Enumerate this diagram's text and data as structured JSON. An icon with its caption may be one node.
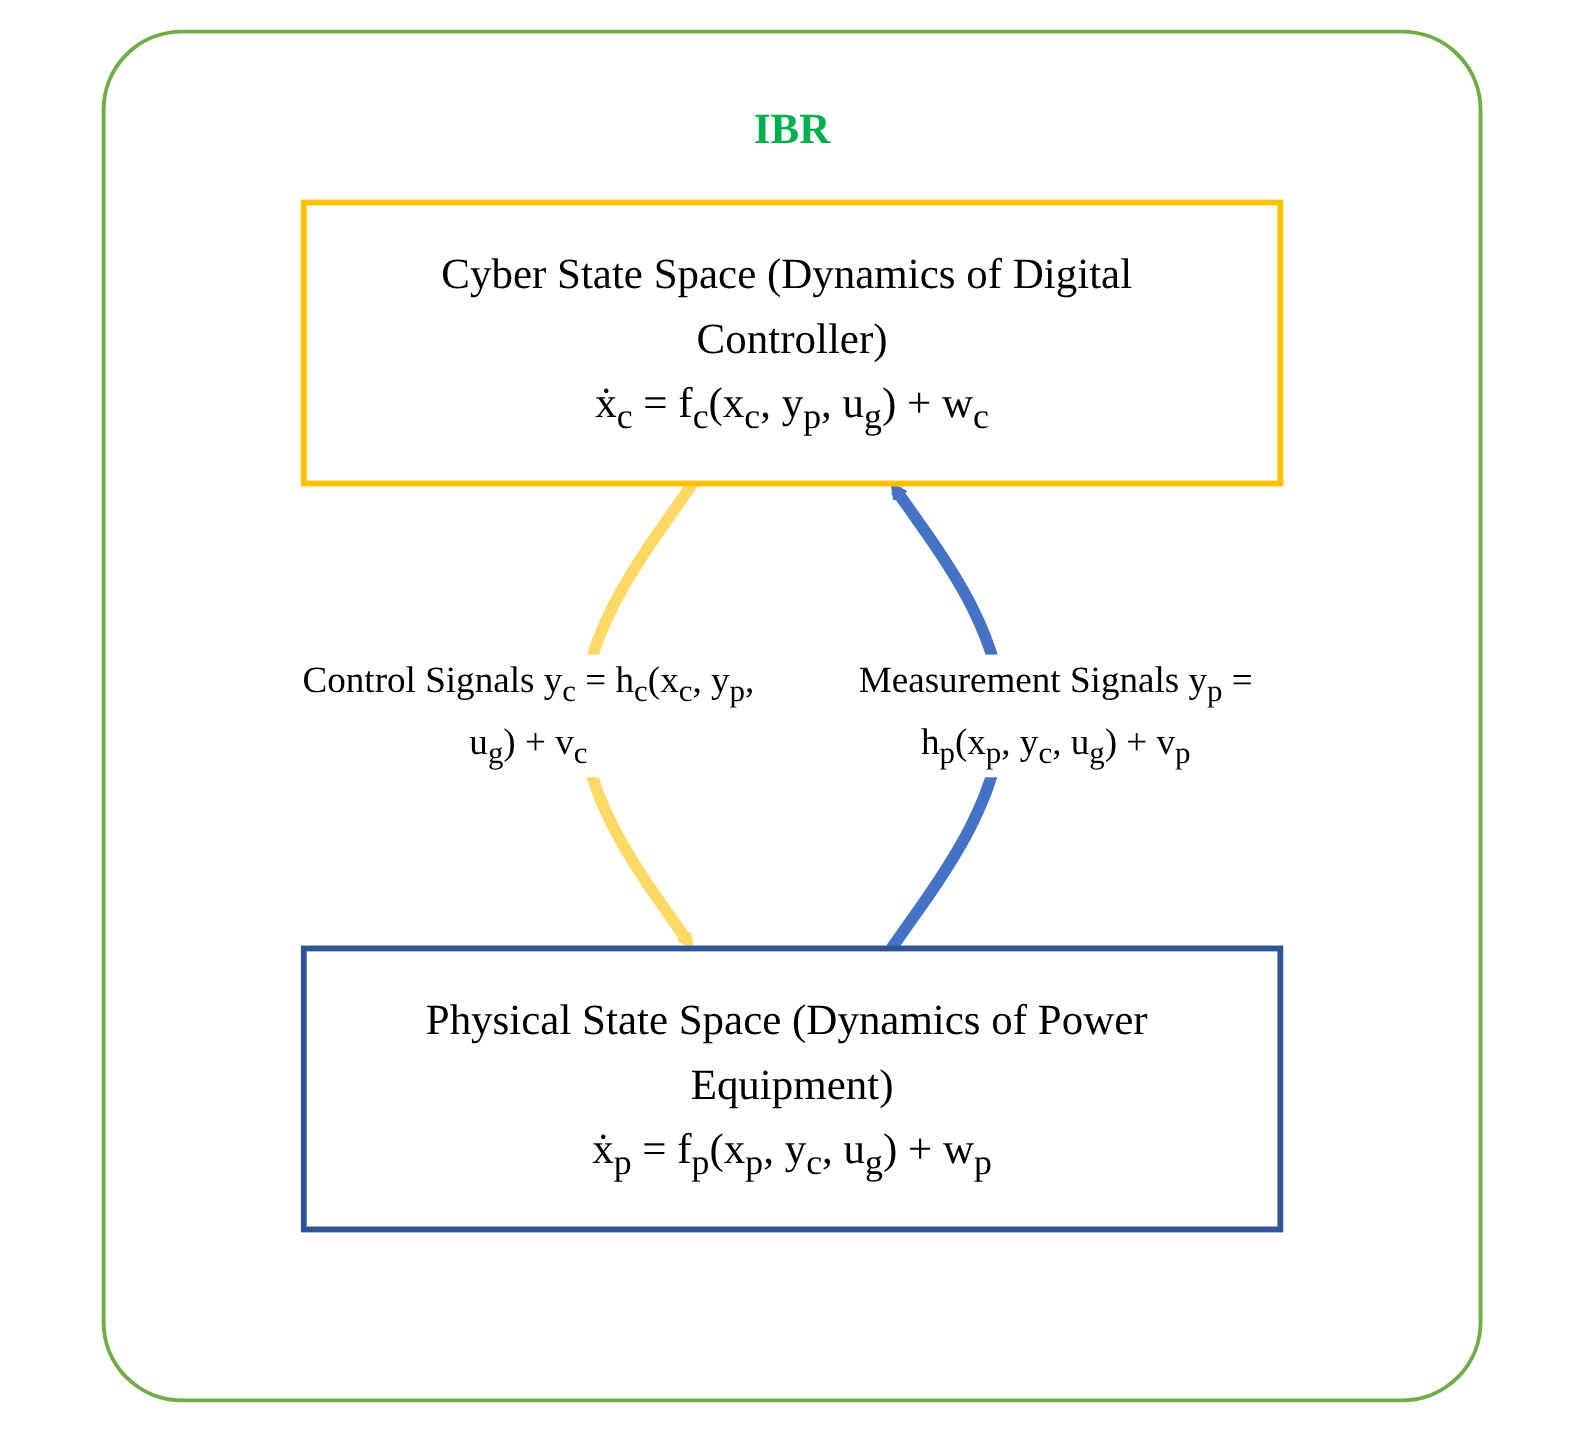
{
  "diagram": {
    "nodes": [
      {
        "text": [
          "IBR"
        ]
      },
      {
        "text": [
          "Cyber State Space (Dynamics of Digital Controller)",
          "ẋ$_{c}$ = f$_{c}$(x$_{c}$, y$_{p}$, u$_{g}$) + w$_{c}$"
        ],
        "in": 0
      },
      {
        "text": [
          "Physical State Space (Dynamics of Power Equipment)",
          "ẋ$_{p}$ = f$_{p}$(x$_{p}$, y$_{c}$, u$_{g}$) + w$_{p}$"
        ],
        "in": 0
      }
    ],
    "edges": [
      {
        "from": 1,
        "to": 2,
        "arrow": "to",
        "label": "Control Signals y$_{c}$ = h$_{c}$(x$_{c}$, y$_{p}$, u$_{g}$) + v$_{c}$",
        "color": "#ffd966"
      },
      {
        "from": 2,
        "to": 1,
        "arrow": "to",
        "label": "Measurement Signals y$_{p}$ = h$_{p}$(x$_{p}$, y$_{c}$, u$_{g}$) + v$_{p}$",
        "color": "#4472c4"
      }
    ]
  }
}
